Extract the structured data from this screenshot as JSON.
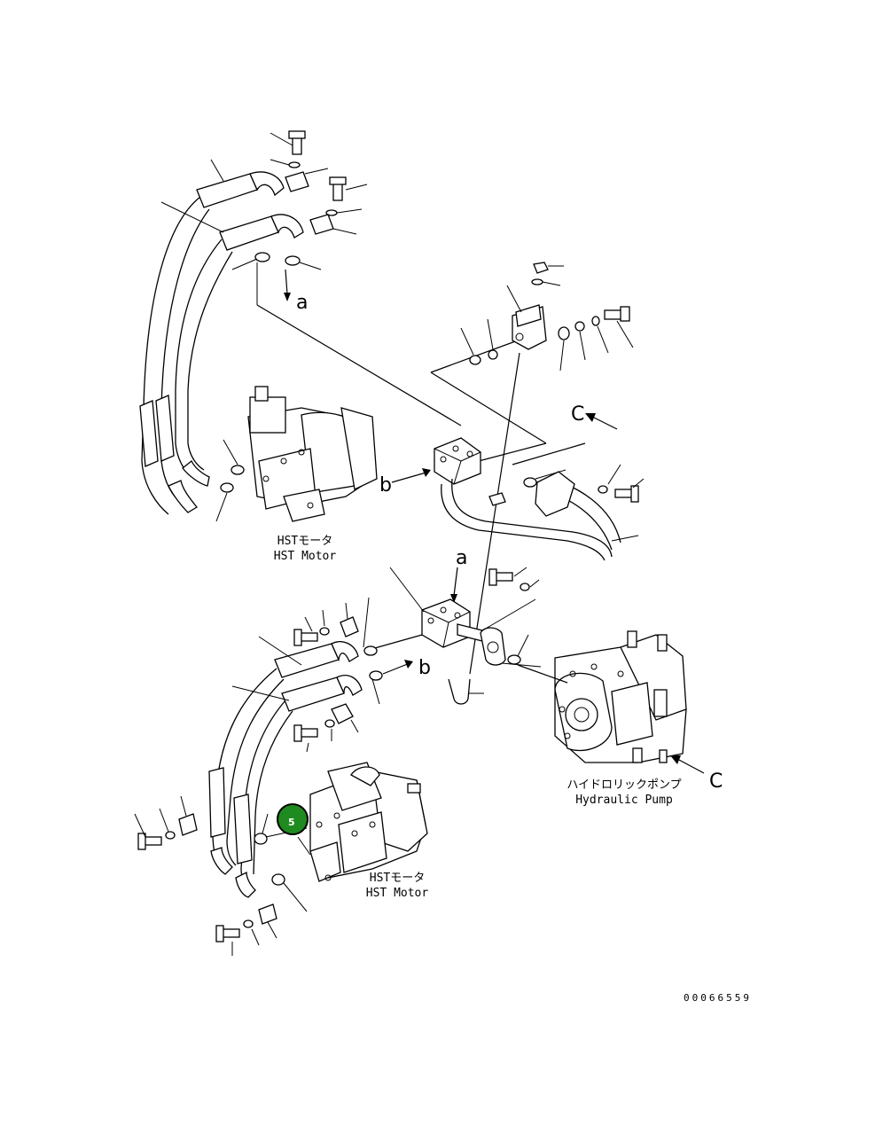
{
  "labels": {
    "motor_top_jp": "HSTモータ",
    "motor_top_en": "HST Motor",
    "motor_bottom_jp": "HSTモータ",
    "motor_bottom_en": "HST Motor",
    "pump_jp": "ハイドロリックポンプ",
    "pump_en": "Hydraulic Pump",
    "drawing_number": "00066559"
  },
  "letters": {
    "a_top": "a",
    "a_middle": "a",
    "b_left": "b",
    "b_right": "b",
    "c_top": "C",
    "c_bottom": "C"
  },
  "callout": {
    "number": "5",
    "color": "#1f8a1f"
  },
  "icons": [
    "bolt-icon",
    "washer-icon",
    "clamp-icon",
    "o-ring-icon",
    "hose-icon",
    "block-icon",
    "u-bolt-icon",
    "motor-icon",
    "pump-icon"
  ]
}
